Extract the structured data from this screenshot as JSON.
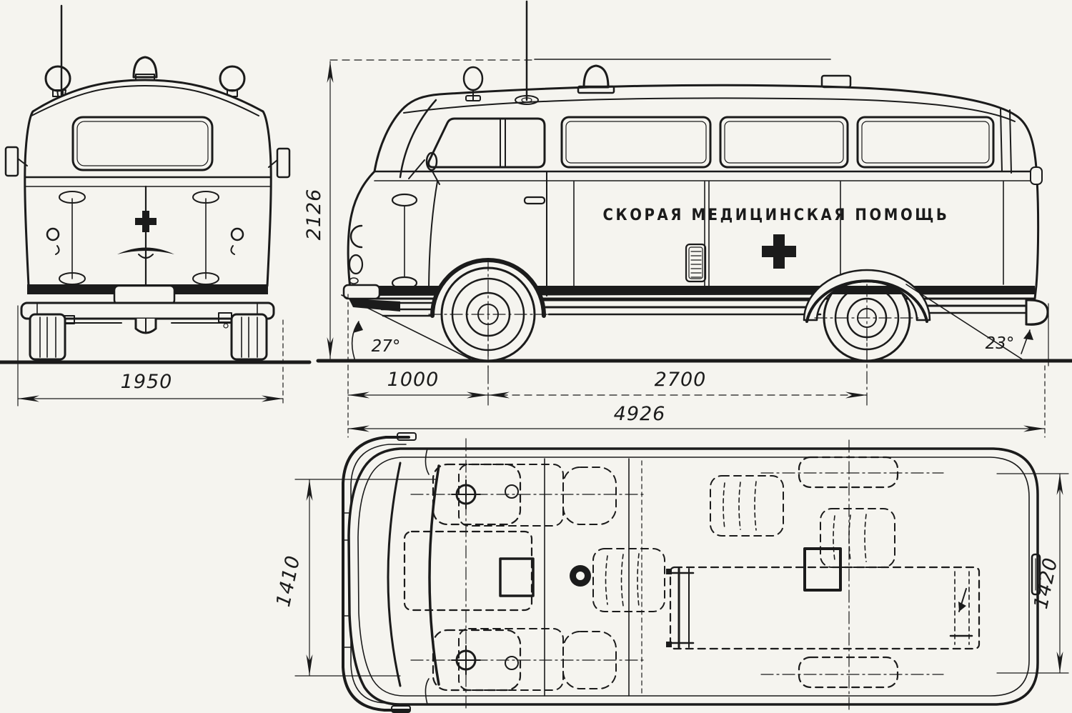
{
  "canvas": {
    "background": "#f5f4ef",
    "ink": "#1b1b1b"
  },
  "vehicle": {
    "livery_text": "СКОРАЯ МЕДИЦИНСКАЯ ПОМОЩЬ"
  },
  "views": {
    "rear": {
      "width": "1950"
    },
    "side": {
      "height": "2126",
      "front_overhang": "1000",
      "wheelbase": "2700",
      "overall_length": "4926",
      "approach_angle": "27°",
      "departure_angle": "23°"
    },
    "top": {
      "cab_width": "1410",
      "body_width": "1420"
    }
  }
}
